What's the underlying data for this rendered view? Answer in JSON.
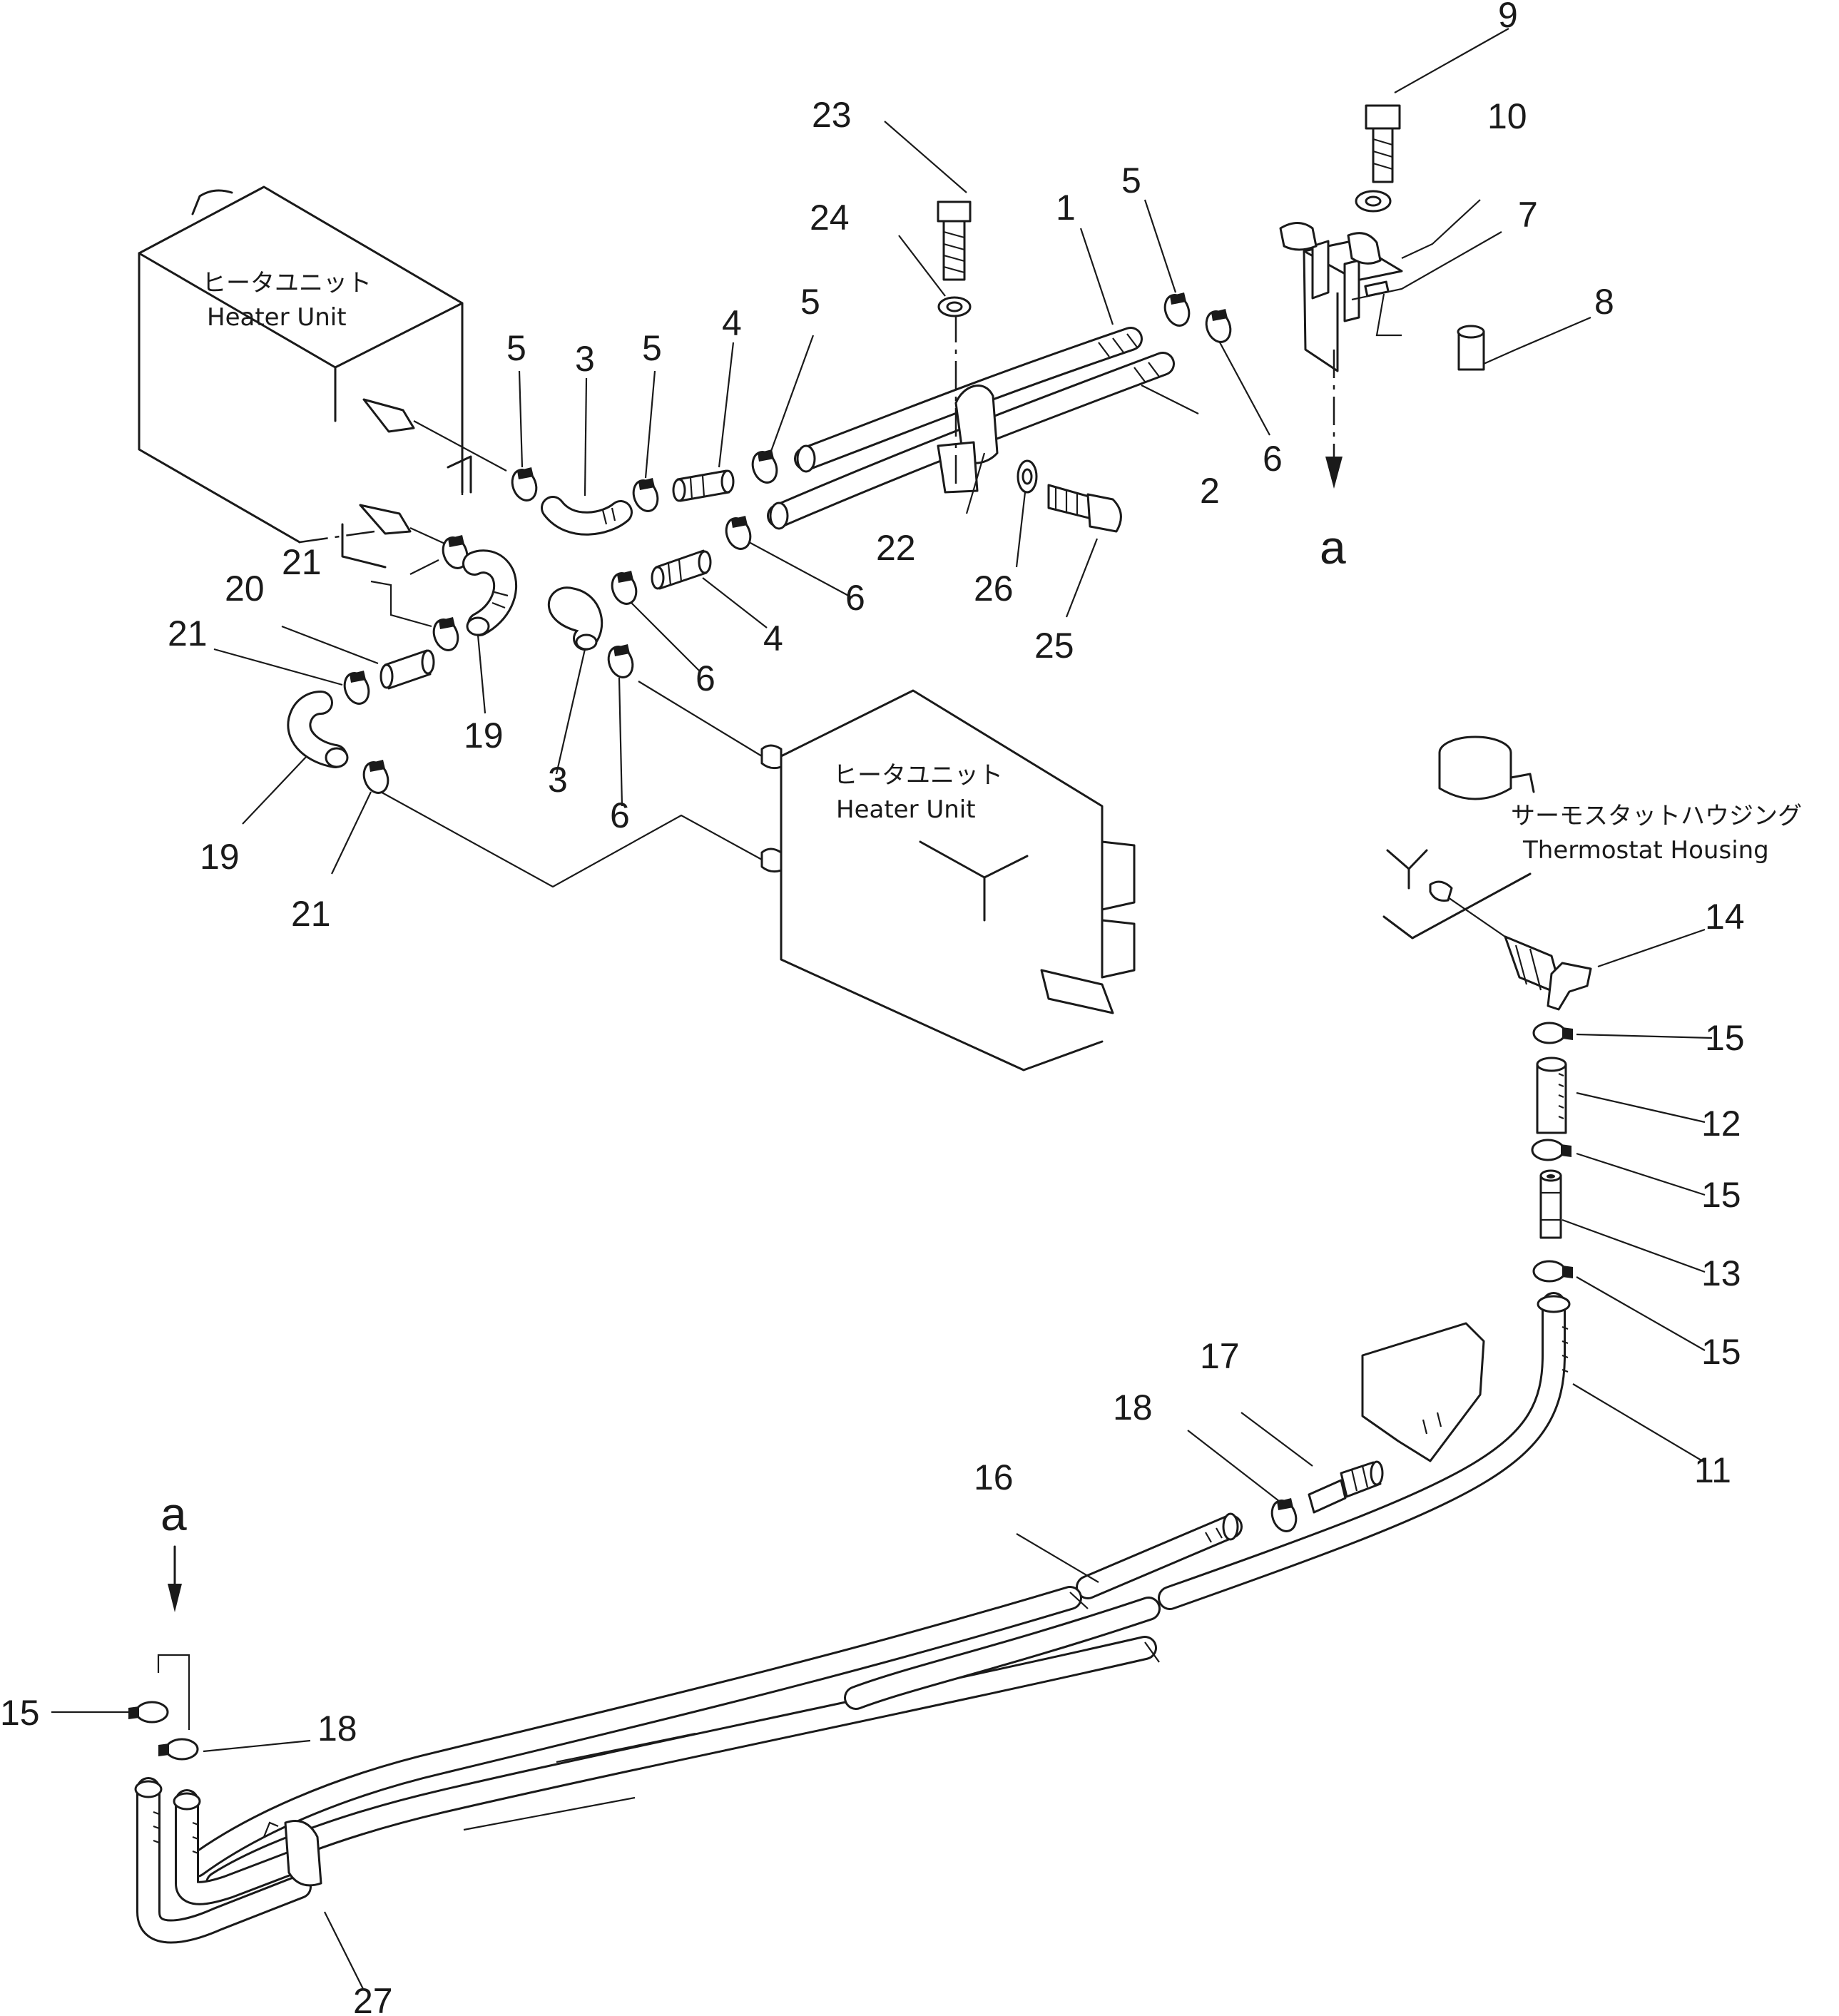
{
  "labels": {
    "heater_unit_jp": "ヒータユニット",
    "heater_unit_en": "Heater Unit",
    "thermostat_housing_jp": "サーモスタットハウジング",
    "thermostat_housing_en": "Thermostat Housing",
    "view_mark": "a"
  },
  "callouts": [
    "1",
    "2",
    "3",
    "4",
    "5",
    "6",
    "7",
    "8",
    "9",
    "10",
    "11",
    "12",
    "13",
    "14",
    "15",
    "16",
    "17",
    "18",
    "19",
    "20",
    "21",
    "22",
    "23",
    "24",
    "25",
    "26",
    "27"
  ]
}
